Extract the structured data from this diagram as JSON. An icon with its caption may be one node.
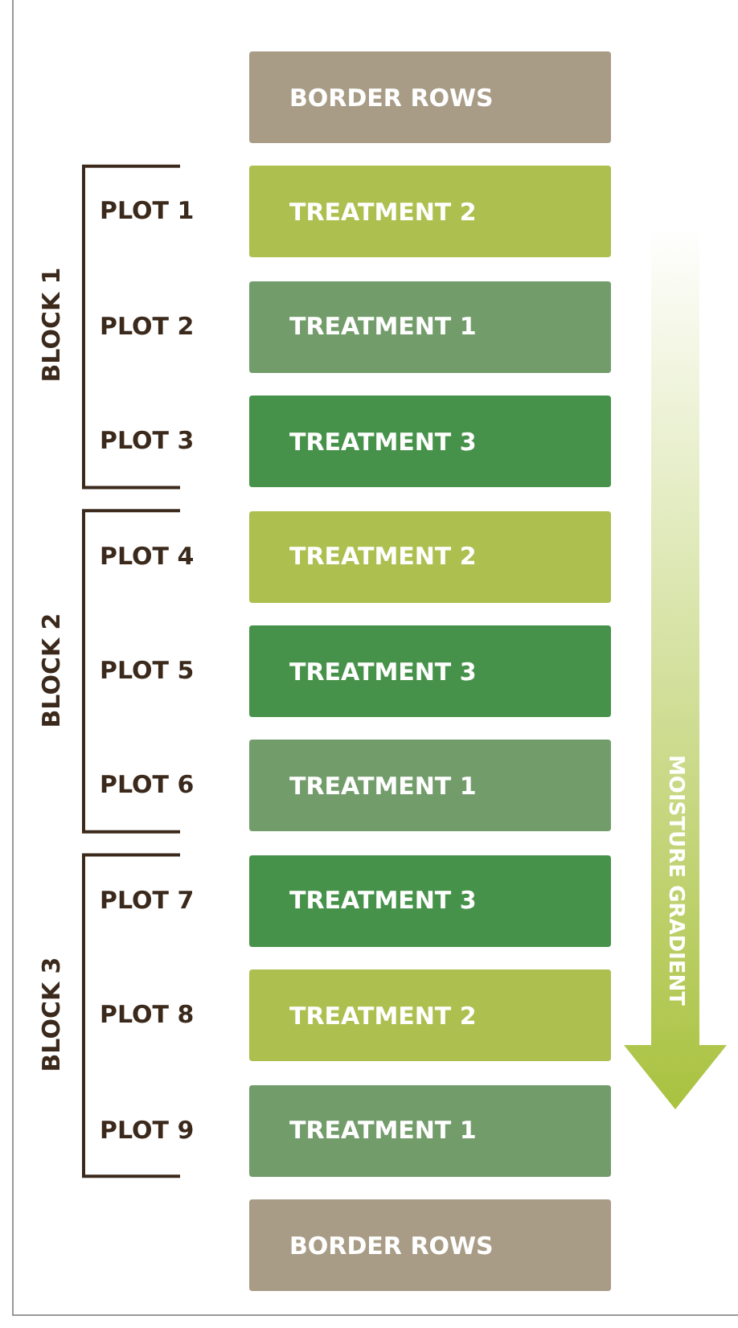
{
  "diagram": {
    "nodes": [
      {
        "text": [
          "BORDER ROWS"
        ]
      },
      {
        "text": [
          "TREATMENT 2"
        ]
      },
      {
        "text": [
          "TREATMENT 1"
        ]
      },
      {
        "text": [
          "TREATMENT 3"
        ]
      },
      {
        "text": [
          "TREATMENT 2"
        ]
      },
      {
        "text": [
          "TREATMENT 3"
        ]
      },
      {
        "text": [
          "TREATMENT 1"
        ]
      },
      {
        "text": [
          "TREATMENT 3"
        ]
      },
      {
        "text": [
          "TREATMENT 2"
        ]
      },
      {
        "text": [
          "TREATMENT 1"
        ]
      },
      {
        "text": [
          "BORDER ROWS"
        ]
      }
    ],
    "edges": [],
    "labels": [
      "BLOCK 1",
      "PLOT 1",
      "PLOT 2",
      "PLOT 3",
      "BLOCK 2",
      "PLOT 4",
      "PLOT 5",
      "PLOT 6",
      "BLOCK 3",
      "PLOT 7",
      "PLOT 8",
      "PLOT 9",
      "MOISTURE GRADIENT"
    ]
  }
}
